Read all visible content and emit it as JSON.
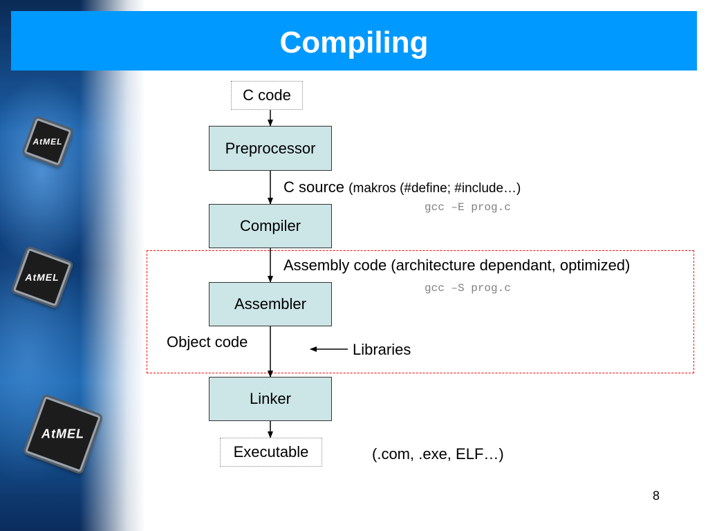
{
  "title": "Compiling",
  "nodes": {
    "c_code": "C code",
    "preprocessor": "Preprocessor",
    "compiler": "Compiler",
    "assembler": "Assembler",
    "linker": "Linker",
    "executable": "Executable"
  },
  "edges": {
    "c_source": "C source",
    "c_source_note": "(makros (#define; #include…)",
    "gcc_e": "gcc –E prog.c",
    "assembly_code": "Assembly code (architecture dependant, optimized)",
    "gcc_s": "gcc –S prog.c",
    "object_code": "Object code",
    "libraries": "Libraries",
    "exe_formats": "(.com, .exe, ELF…)"
  },
  "decor": {
    "chip_logo": "AtMEL"
  },
  "page_number": "8",
  "colors": {
    "header": "#0099ff",
    "box_fill": "#cce5e6",
    "highlight_border": "#ff0000",
    "command_text": "#808080"
  }
}
